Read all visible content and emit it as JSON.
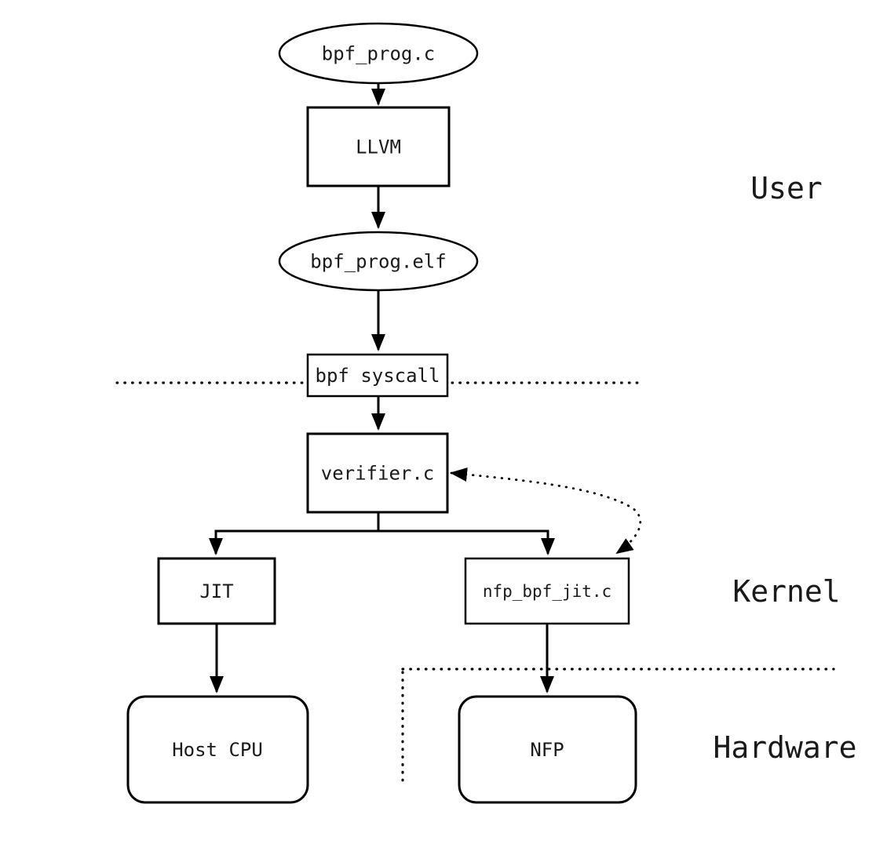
{
  "diagram": {
    "nodes": {
      "bpf_prog_c": "bpf_prog.c",
      "llvm": "LLVM",
      "bpf_prog_elf": "bpf_prog.elf",
      "bpf_syscall": "bpf syscall",
      "verifier_c": "verifier.c",
      "jit": "JIT",
      "nfp_bpf_jit_c": "nfp_bpf_jit.c",
      "host_cpu": "Host CPU",
      "nfp": "NFP"
    },
    "layers": {
      "user": "User",
      "kernel": "Kernel",
      "hardware": "Hardware"
    },
    "colors": {
      "stroke": "#000000",
      "shape_fill": "#ffffff",
      "text": "#1a1a1a",
      "background": "#ffffff"
    }
  }
}
